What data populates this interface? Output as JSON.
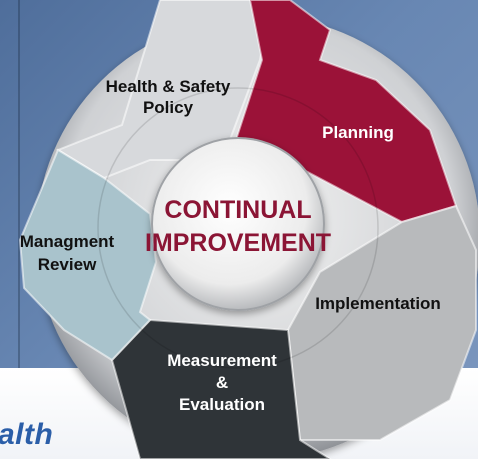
{
  "diagram": {
    "center": {
      "line1": "CONTINUAL",
      "line2": "IMPROVEMENT",
      "color": "#8b1535"
    },
    "segments": [
      {
        "lines": [
          "Health & Safety",
          "Policy"
        ],
        "fill": "#d7d9dc",
        "text_color": "#111111"
      },
      {
        "lines": [
          "Planning"
        ],
        "fill": "#9b1238",
        "text_color": "#ffffff"
      },
      {
        "lines": [
          "Implementation"
        ],
        "fill": "#b8babc",
        "text_color": "#111111"
      },
      {
        "lines": [
          "Measurement",
          "&",
          "Evaluation"
        ],
        "fill": "#2f3438",
        "text_color": "#ffffff"
      },
      {
        "lines": [
          "Managment",
          "Review"
        ],
        "fill": "#a9c3cc",
        "text_color": "#111111"
      }
    ]
  },
  "footer": {
    "text": "alth",
    "color": "#2b5ea8"
  }
}
